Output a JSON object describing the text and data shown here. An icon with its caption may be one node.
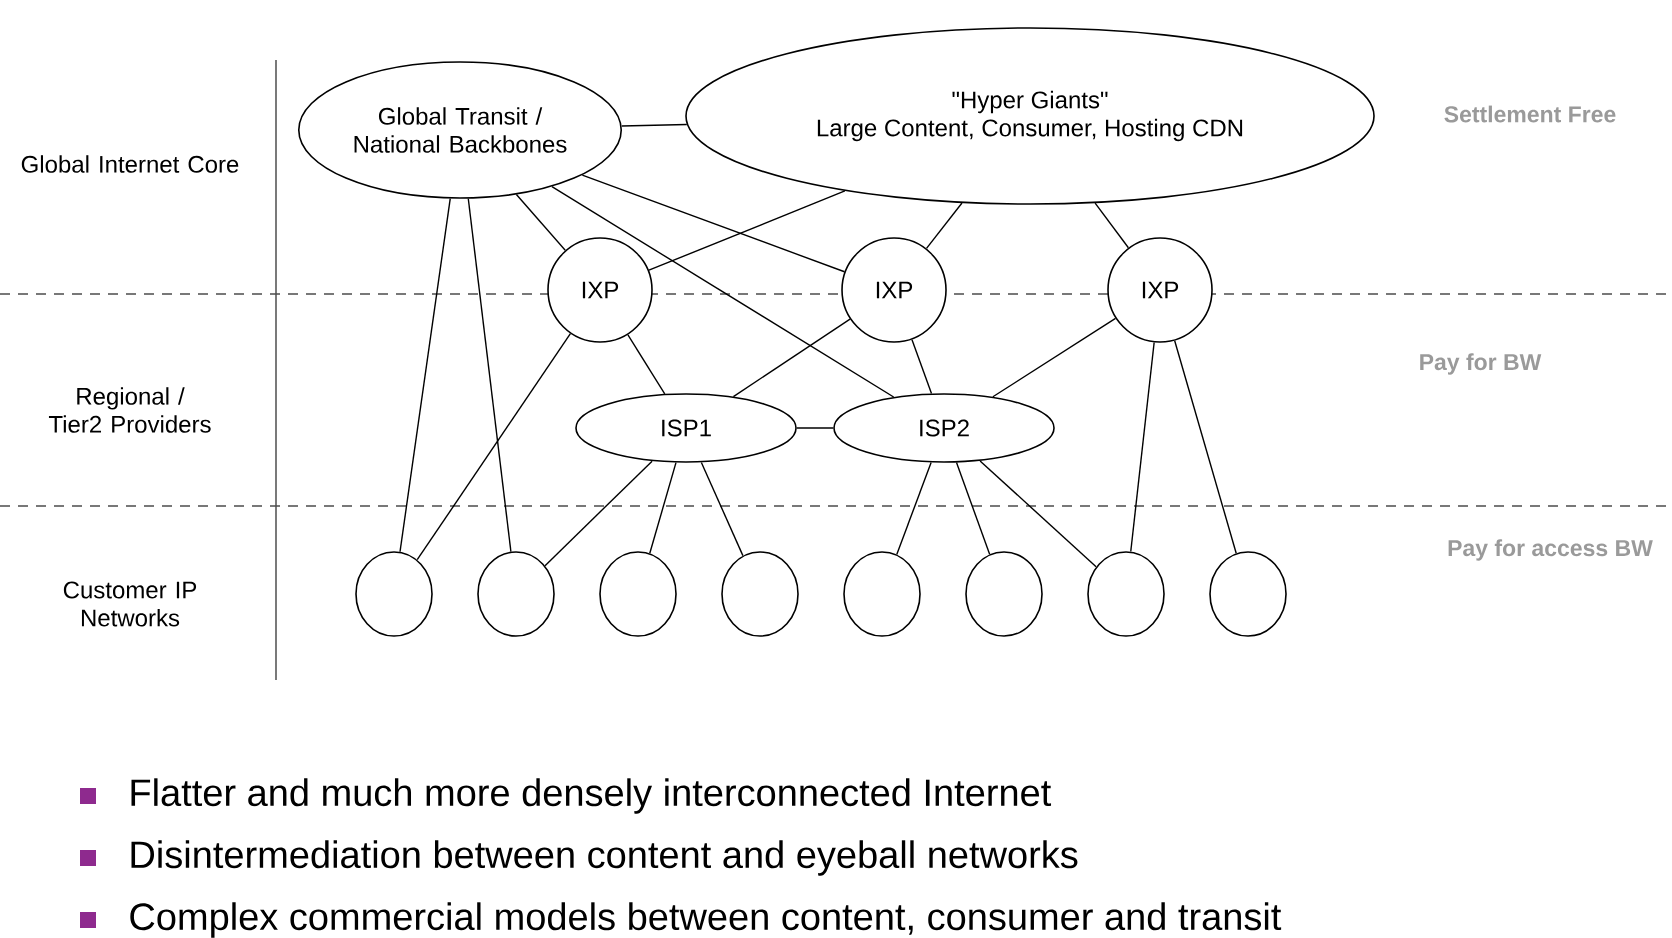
{
  "diagram": {
    "nodes": [
      {
        "text": [
          "Global Transit / National Backbones"
        ]
      },
      {
        "text": [
          "\"Hyper Giants\"",
          "Large Content, Consumer, Hosting CDN"
        ]
      },
      {
        "text": [
          "IXP"
        ]
      },
      {
        "text": [
          "IXP"
        ]
      },
      {
        "text": [
          "IXP"
        ]
      },
      {
        "text": [
          "ISP1"
        ]
      },
      {
        "text": [
          "ISP2"
        ]
      },
      {
        "text": [],
        "shape": "circle"
      },
      {
        "text": [],
        "shape": "circle"
      },
      {
        "text": [],
        "shape": "circle"
      },
      {
        "text": [],
        "shape": "circle"
      },
      {
        "text": [],
        "shape": "circle"
      },
      {
        "text": [],
        "shape": "circle"
      },
      {
        "text": [],
        "shape": "circle"
      },
      {
        "text": [],
        "shape": "circle"
      }
    ],
    "edges": [
      {
        "from": 0,
        "to": 1,
        "arrow": "none"
      },
      {
        "from": 0,
        "to": 7,
        "arrow": "none"
      },
      {
        "from": 0,
        "to": 8,
        "arrow": "none"
      },
      {
        "from": 0,
        "to": 2,
        "arrow": "none"
      },
      {
        "from": 0,
        "to": 3,
        "arrow": "none"
      },
      {
        "from": 0,
        "to": 6,
        "arrow": "none"
      },
      {
        "from": 1,
        "to": 2,
        "arrow": "none"
      },
      {
        "from": 1,
        "to": 3,
        "arrow": "none"
      },
      {
        "from": 1,
        "to": 4,
        "arrow": "none"
      },
      {
        "from": 2,
        "to": 7,
        "arrow": "none"
      },
      {
        "from": 2,
        "to": 5,
        "arrow": "none"
      },
      {
        "from": 3,
        "to": 5,
        "arrow": "none"
      },
      {
        "from": 3,
        "to": 6,
        "arrow": "none"
      },
      {
        "from": 4,
        "to": 6,
        "arrow": "none"
      },
      {
        "from": 4,
        "to": 13,
        "arrow": "none"
      },
      {
        "from": 4,
        "to": 14,
        "arrow": "none"
      },
      {
        "from": 5,
        "to": 6,
        "arrow": "none"
      },
      {
        "from": 5,
        "to": 8,
        "arrow": "none"
      },
      {
        "from": 5,
        "to": 9,
        "arrow": "none"
      },
      {
        "from": 5,
        "to": 10,
        "arrow": "none"
      },
      {
        "from": 6,
        "to": 11,
        "arrow": "none"
      },
      {
        "from": 6,
        "to": 12,
        "arrow": "none"
      },
      {
        "from": 6,
        "to": 13,
        "arrow": "none"
      }
    ],
    "labels": [
      "Global Internet Core",
      "Settlement Free",
      "Regional / Tier2 Providers",
      "Pay for BW",
      "Customer IP Networks",
      "Pay for access BW",
      "Flatter and much more densely interconnected Internet",
      "Disintermediation between content and eyeball networks",
      "Complex commercial models between content, consumer and transit"
    ]
  }
}
